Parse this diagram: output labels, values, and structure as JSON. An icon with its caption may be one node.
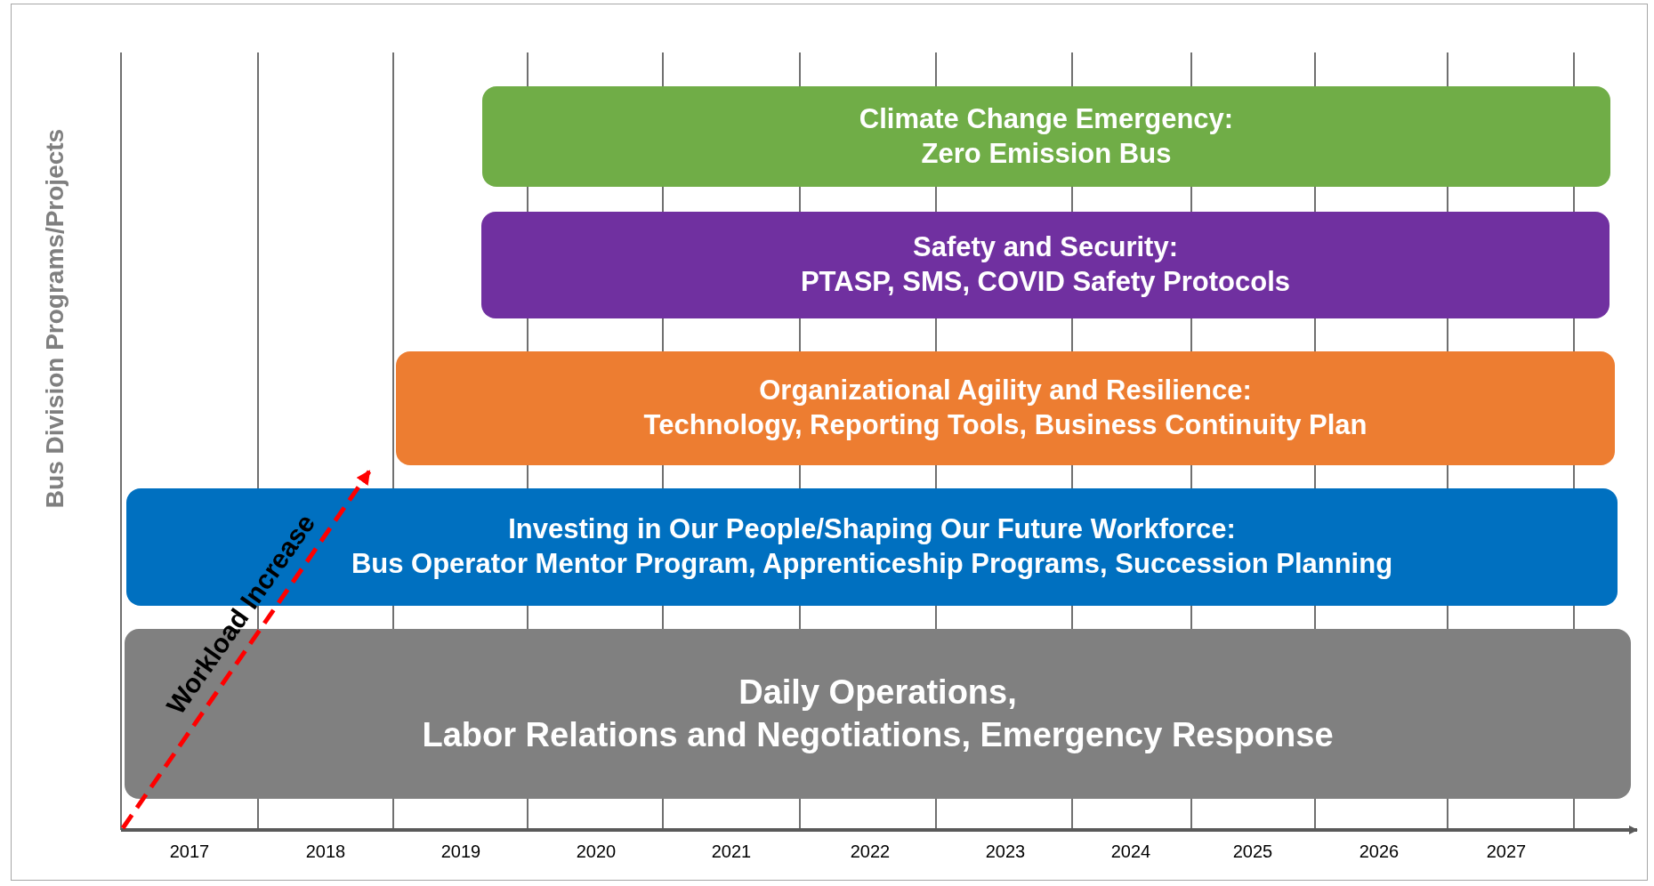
{
  "diagram": {
    "nodes": [
      {
        "text": [
          "Climate Change Emergency:",
          "Zero Emission Bus"
        ]
      },
      {
        "text": [
          "Safety and Security:",
          "PTASP, SMS, COVID Safety Protocols"
        ]
      },
      {
        "text": [
          "Organizational Agility and Resilience:",
          "Technology, Reporting Tools, Business Continuity Plan"
        ]
      },
      {
        "text": [
          "Investing in Our People/Shaping Our Future Workforce:",
          "Bus Operator Mentor Program, Apprenticeship Programs, Succession Planning"
        ]
      },
      {
        "text": [
          "Daily Operations,",
          "Labor Relations and Negotiations, Emergency Response"
        ]
      }
    ],
    "labels": [
      "Bus Division Programs/Projects",
      "Workload Increase",
      "2017",
      "2018",
      "2019",
      "2020",
      "2021",
      "2022",
      "2023",
      "2024",
      "2025",
      "2026",
      "2027"
    ]
  }
}
